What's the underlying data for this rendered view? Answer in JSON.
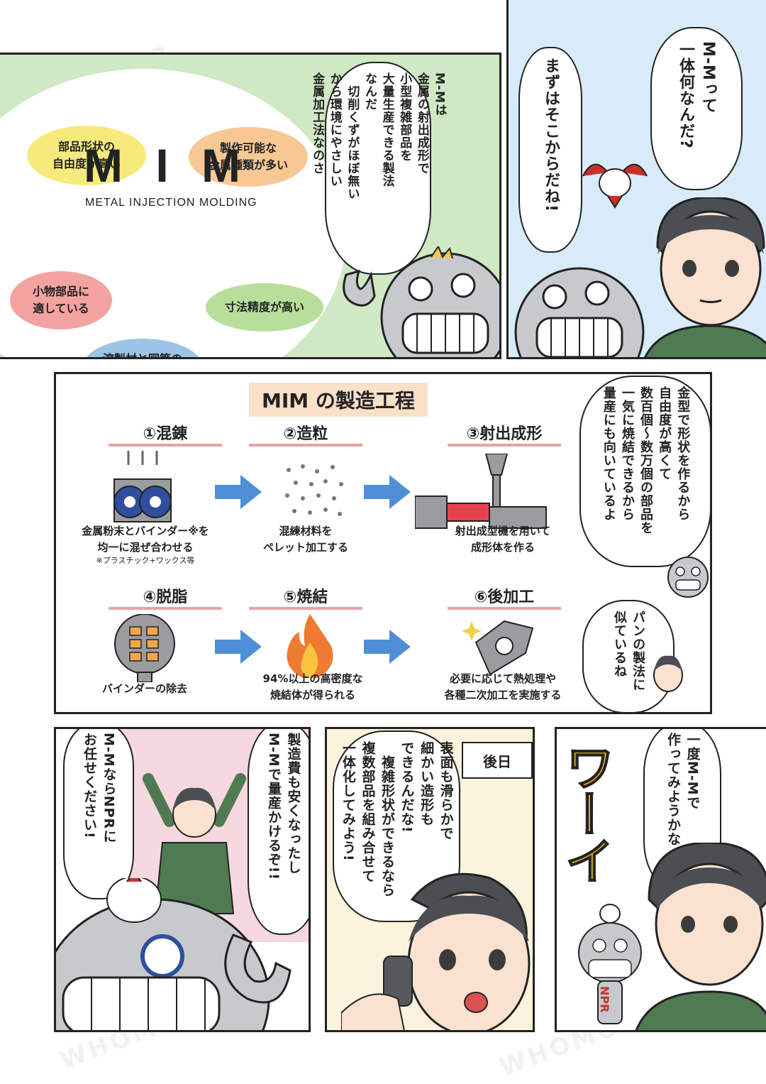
{
  "panel1": {
    "mim_title": "M I M",
    "mim_subtitle": "METAL INJECTION MOLDING",
    "badges": [
      {
        "text": "部品形状の\n自由度が高い",
        "color": "#f7ea7d"
      },
      {
        "text": "製作可能な\n金属種類が多い",
        "color": "#f7c794"
      },
      {
        "text": "小物部品に\n適している",
        "color": "#f2a3a0"
      },
      {
        "text": "寸法精度が高い",
        "color": "#b7df9b"
      },
      {
        "text": "溶製材と同等の\n機械的特性",
        "color": "#9cc4e6"
      }
    ],
    "speech": "M-Mは\n金属の射出成形で\n小型複雑部品を\n大量生産できる製法\nなんだ\n　切削くずがほぼ無い\nから環境にやさしい\n金属加工法なのさ"
  },
  "panel2": {
    "speech_man": "M-Mって\n一体何なんだ?",
    "speech_robot": "まずはそこからだね!"
  },
  "process": {
    "title": "MIM の製造工程",
    "steps": [
      {
        "title": "①混錬",
        "caption": "金属粉末とバインダー※を\n均一に混ぜ合わせる",
        "note": "※プラスチック+ワックス等"
      },
      {
        "title": "②造粒",
        "caption": "混練材料を\nペレット加工する",
        "note": ""
      },
      {
        "title": "③射出成形",
        "caption": "射出成型機を用いて\n成形体を作る",
        "note": ""
      },
      {
        "title": "④脱脂",
        "caption": "バインダーの除去",
        "note": ""
      },
      {
        "title": "⑤焼結",
        "caption": "94%以上の高密度な\n焼結体が得られる",
        "note": ""
      },
      {
        "title": "⑥後加工",
        "caption": "必要に応じて熱処理や\n各種二次加工を実施する",
        "note": ""
      }
    ],
    "speech_robot": "金型で形状を作るから\n自由度が高くて\n数百個～数万個の部品を\n一気に焼結できるから\n量産にも向いているよ",
    "speech_man": "パンの製法に\n似ているね"
  },
  "panel4": {
    "speech_man": "製造費も安くなったし\nM-Mで量産かけるぞ!!",
    "speech_robot": "M-MならNPRに\nお任せください!"
  },
  "panel5": {
    "time_label": "後日",
    "speech_man": "表面も滑らかで\n細かい造形も\nできるんだな!\n　複雑形状ができるなら\n複数部品を組み合せて\n一体化してみよう!"
  },
  "panel6": {
    "sfx": "ワーイ",
    "speech_man": "一度M-Mで\n作ってみようかな",
    "robot_label": "NPR"
  },
  "watermark": "WHOMOR"
}
